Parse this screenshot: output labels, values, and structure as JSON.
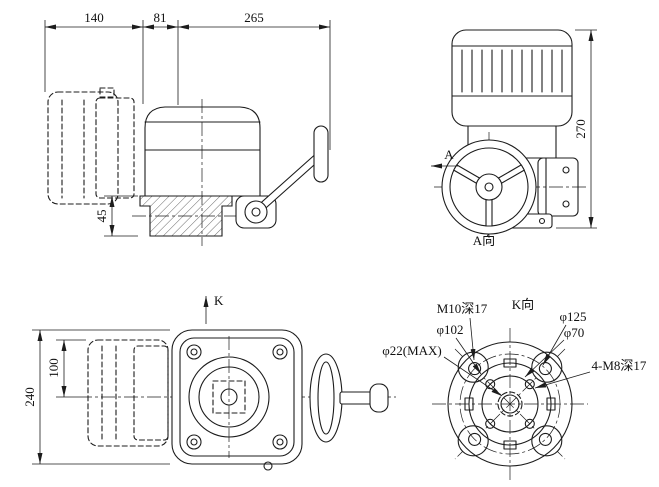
{
  "drawing": {
    "background_color": "#ffffff",
    "line_color": "#1c1c1c"
  },
  "side_view": {
    "dim_motor_width": "140",
    "dim_mid_width": "81",
    "dim_body_width": "265",
    "dim_gear_height": "45"
  },
  "front_view": {
    "dim_height": "270",
    "section_arrow_label": "A",
    "caption": "A向"
  },
  "plan_view": {
    "dim_center_offset": "100",
    "dim_total_height": "240",
    "section_arrow_label": "K"
  },
  "flange_view": {
    "caption": "K向",
    "label_m10": "M10深17",
    "label_d125": "φ125",
    "label_d102": "φ102",
    "label_d70": "φ70",
    "label_d22": "φ22(MAX)",
    "label_m8": "4-M8深17"
  }
}
